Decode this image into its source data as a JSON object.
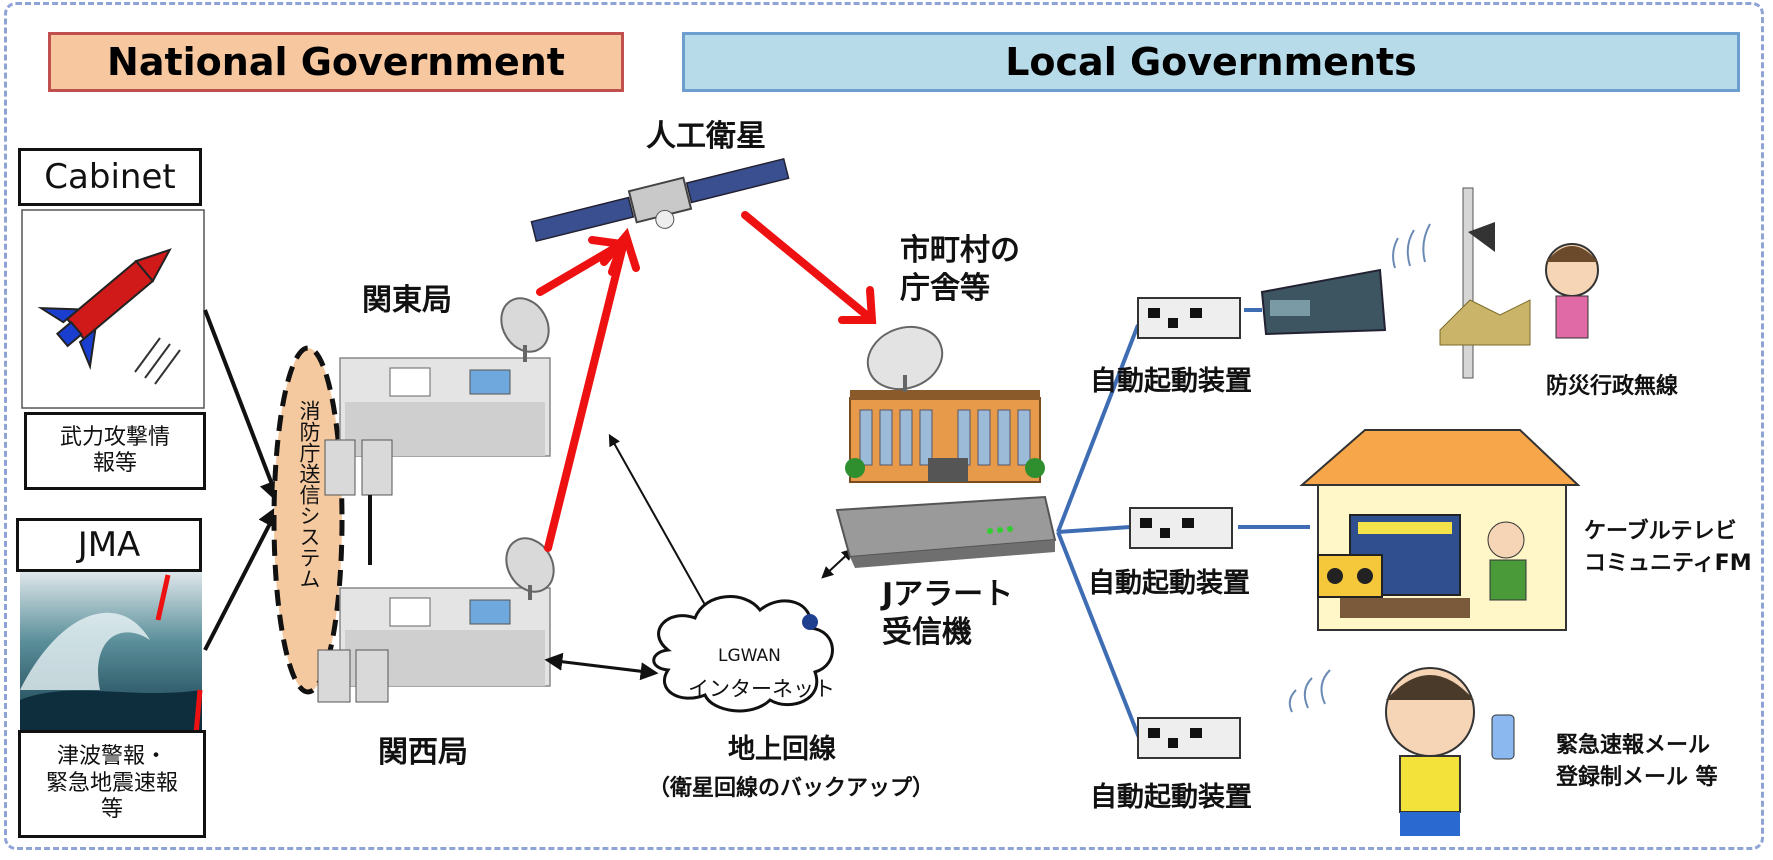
{
  "headers": {
    "national": "National Government",
    "local": "Local Governments"
  },
  "sources": [
    {
      "name": "Cabinet",
      "info": "武力攻撃情\n報等"
    },
    {
      "name": "JMA",
      "info": "津波警報・\n緊急地震速報\n等"
    }
  ],
  "fdma_system": "消防庁送信システム",
  "stations": {
    "kanto": "関東局",
    "kansai": "関西局"
  },
  "satellite": "人工衛星",
  "municipality": "市町村の\n庁舎等",
  "receiver": "Jアラート\n受信機",
  "network": {
    "cloud_line1": "LGWAN",
    "cloud_line2": "インターネット",
    "ground": "地上回線",
    "backup": "（衛星回線のバックアップ）"
  },
  "auto_device": [
    "自動起動装置",
    "自動起動装置",
    "自動起動装置"
  ],
  "outputs": {
    "radio": "防災行政無線",
    "tv": "ケーブルテレビ\nコミュニティFM",
    "mail": "緊急速報メール\n登録制メール 等"
  },
  "colors": {
    "national_fill": "#f7c8a0",
    "national_border": "#c0504d",
    "local_fill": "#b8dbea",
    "local_border": "#6c9fcf",
    "uplink": "#ee1111",
    "branch": "#3f6db3",
    "fdma_fill": "#f5c9a0"
  }
}
